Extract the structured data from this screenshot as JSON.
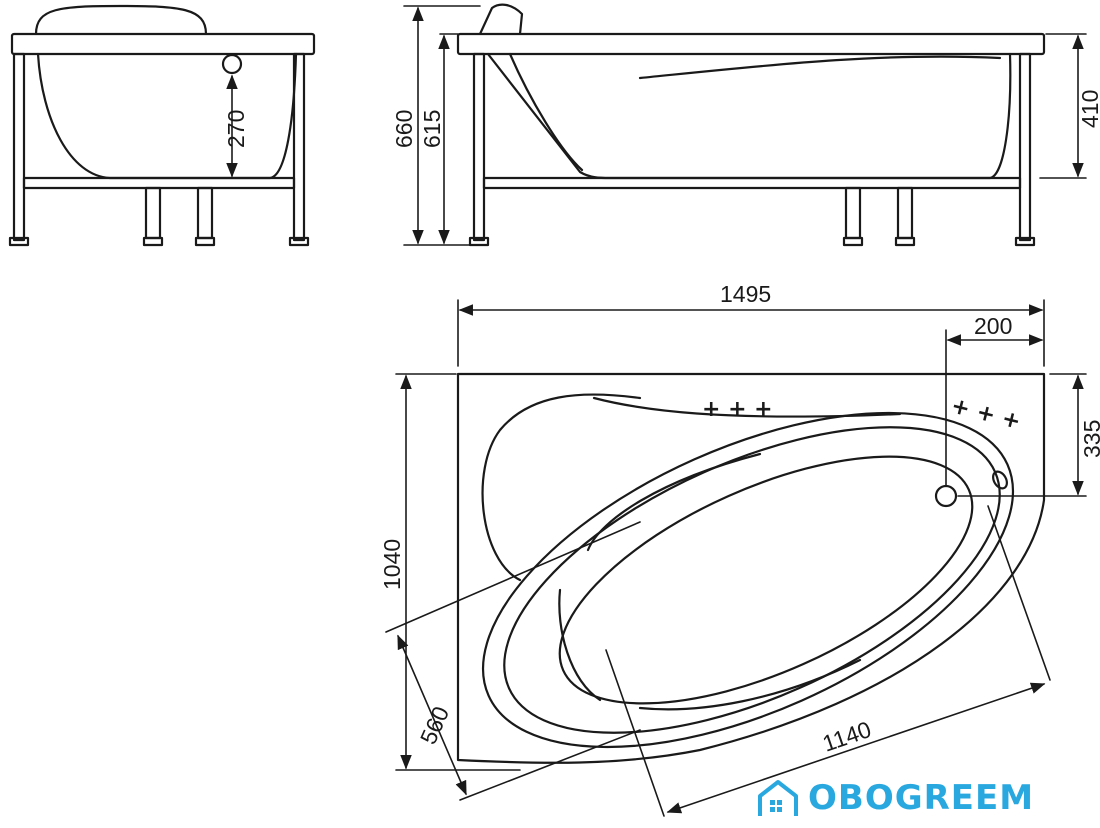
{
  "dimensions": {
    "side_height_inner": "270",
    "height_total": "660",
    "height_frame": "615",
    "height_rim": "410",
    "length": "1495",
    "drain_offset": "200",
    "drain_depth": "335",
    "width": "1040",
    "corner_width": "560",
    "bowl_length": "1140"
  },
  "jets_left": "+ + +",
  "jets_right": "+ + +",
  "brand": {
    "name": "OBOGREEM",
    "color": "#29a8e0",
    "icon": "house-icon"
  }
}
